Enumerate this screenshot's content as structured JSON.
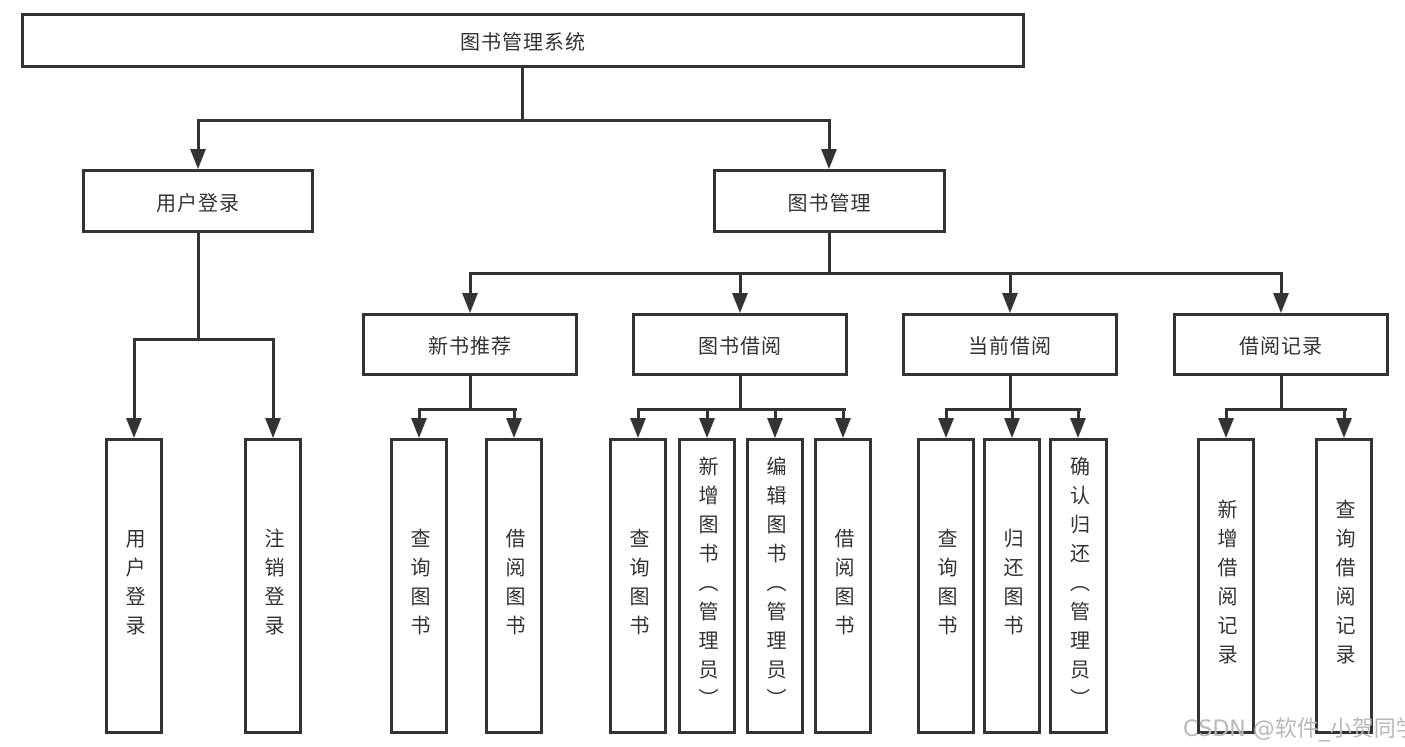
{
  "tree": {
    "root": {
      "label": "图书管理系统",
      "children": [
        {
          "label": "用户登录",
          "children": [
            {
              "label": "用户登录"
            },
            {
              "label": "注销登录"
            }
          ]
        },
        {
          "label": "图书管理",
          "children": [
            {
              "label": "新书推荐",
              "children": [
                {
                  "label": "查询图书"
                },
                {
                  "label": "借阅图书"
                }
              ]
            },
            {
              "label": "图书借阅",
              "children": [
                {
                  "label": "查询图书"
                },
                {
                  "label": "新增图书（管理员）"
                },
                {
                  "label": "编辑图书（管理员）"
                },
                {
                  "label": "借阅图书"
                }
              ]
            },
            {
              "label": "当前借阅",
              "children": [
                {
                  "label": "查询图书"
                },
                {
                  "label": "归还图书"
                },
                {
                  "label": "确认归还（管理员）"
                }
              ]
            },
            {
              "label": "借阅记录",
              "children": [
                {
                  "label": "新增借阅记录"
                },
                {
                  "label": "查询借阅记录"
                }
              ]
            }
          ]
        }
      ]
    }
  },
  "watermark": {
    "text": "CSDN @软件_小贺同学"
  },
  "colors": {
    "line": "#333333",
    "text": "#333333",
    "box_fill": "#ffffff",
    "watermark": "#b9b9b9",
    "background": "#ffffff"
  }
}
